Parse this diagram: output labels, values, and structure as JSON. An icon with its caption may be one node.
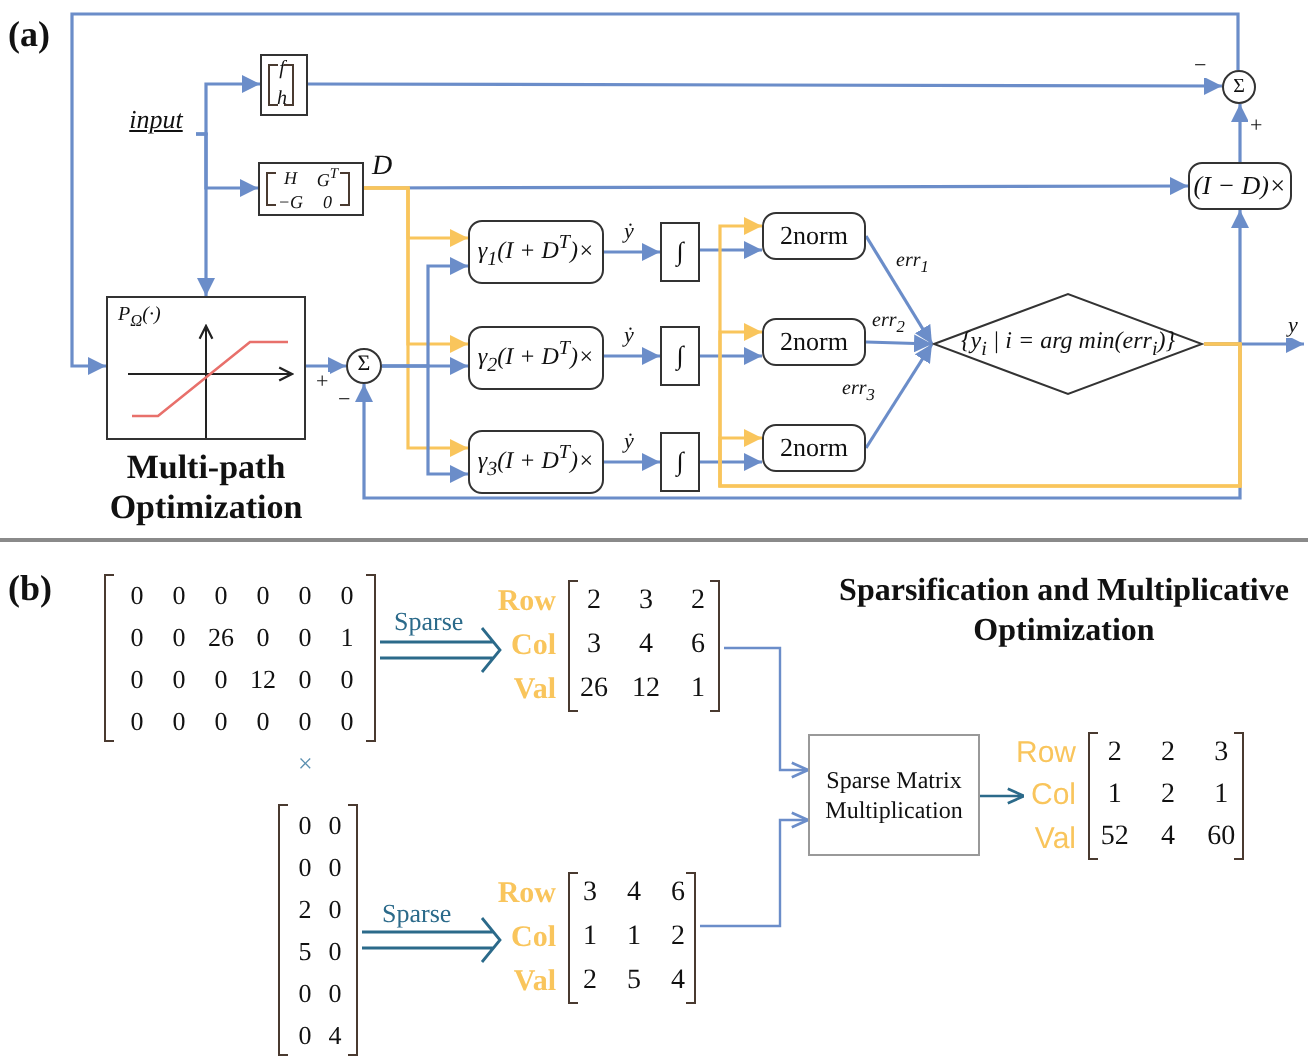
{
  "diagram": {
    "nodes": [
      {
        "text": [
          "input"
        ]
      },
      {
        "text": [
          "f",
          "h"
        ]
      },
      {
        "text": [
          "H",
          "G$^{T}$",
          "−G",
          "0"
        ],
        "beside": [
          "D"
        ]
      },
      {
        "text": [
          "P$_{Ω}$(·)"
        ],
        "beside": [
          "Multi-path Optimization"
        ]
      },
      {
        "text": [
          "Σ"
        ]
      },
      {
        "text": [
          "γ$_{1}$(I + D$^{T}$)×"
        ]
      },
      {
        "text": [
          "γ$_{2}$(I + D$^{T}$)×"
        ]
      },
      {
        "text": [
          "γ$_{3}$(I + D$^{T}$)×"
        ]
      },
      {
        "text": [
          "∫"
        ]
      },
      {
        "text": [
          "∫"
        ]
      },
      {
        "text": [
          "∫"
        ]
      },
      {
        "text": [
          "2norm"
        ]
      },
      {
        "text": [
          "2norm"
        ]
      },
      {
        "text": [
          "2norm"
        ]
      },
      {
        "text": [
          "{y$_{i}$ | i = arg min(err$_{i}$)}"
        ]
      },
      {
        "text": [
          "(I − D)×"
        ]
      },
      {
        "text": [
          "Σ"
        ]
      },
      {
        "text": [
          "0",
          "0",
          "0",
          "0",
          "0",
          "0",
          "0",
          "0",
          "26",
          "0",
          "0",
          "1",
          "0",
          "0",
          "0",
          "12",
          "0",
          "0",
          "0",
          "0",
          "0",
          "0",
          "0",
          "0"
        ]
      },
      {
        "text": [
          "Row",
          "2",
          "3",
          "2",
          "Col",
          "3",
          "4",
          "6",
          "Val",
          "26",
          "12",
          "1"
        ]
      },
      {
        "text": [
          "0",
          "0",
          "0",
          "0",
          "2",
          "0",
          "5",
          "0",
          "0",
          "0",
          "0",
          "4"
        ]
      },
      {
        "text": [
          "Row",
          "3",
          "4",
          "6",
          "Col",
          "1",
          "1",
          "2",
          "Val",
          "2",
          "5",
          "4"
        ]
      },
      {
        "text": [
          "Sparse Matrix Multiplication"
        ]
      },
      {
        "text": [
          "Row",
          "2",
          "2",
          "3",
          "Col",
          "1",
          "2",
          "1",
          "Val",
          "52",
          "4",
          "60"
        ]
      }
    ],
    "edges": [
      {
        "from": 0,
        "to": 1,
        "arrow": "to"
      },
      {
        "from": 0,
        "to": 2,
        "arrow": "to"
      },
      {
        "from": 0,
        "to": 3,
        "arrow": "to"
      },
      {
        "from": 1,
        "to": 16,
        "arrow": "to",
        "label": "−"
      },
      {
        "from": 2,
        "to": 15,
        "arrow": "to"
      },
      {
        "from": 2,
        "to": 5,
        "arrow": "to",
        "color": "#f9c55c"
      },
      {
        "from": 2,
        "to": 6,
        "arrow": "to",
        "color": "#f9c55c"
      },
      {
        "from": 2,
        "to": 7,
        "arrow": "to",
        "color": "#f9c55c"
      },
      {
        "from": 3,
        "to": 4,
        "arrow": "to",
        "label": "+"
      },
      {
        "from": 4,
        "to": 5,
        "arrow": "to"
      },
      {
        "from": 4,
        "to": 6,
        "arrow": "to"
      },
      {
        "from": 4,
        "to": 7,
        "arrow": "to"
      },
      {
        "from": 5,
        "to": 8,
        "arrow": "to",
        "label": "ẏ"
      },
      {
        "from": 6,
        "to": 9,
        "arrow": "to",
        "label": "ẏ"
      },
      {
        "from": 7,
        "to": 10,
        "arrow": "to",
        "label": "ẏ"
      },
      {
        "from": 8,
        "to": 11,
        "arrow": "to"
      },
      {
        "from": 9,
        "to": 12,
        "arrow": "to"
      },
      {
        "from": 10,
        "to": 13,
        "arrow": "to"
      },
      {
        "from": 11,
        "to": 14,
        "arrow": "to",
        "label": "err$_{1}$"
      },
      {
        "from": 12,
        "to": 14,
        "arrow": "to",
        "label": "err$_{2}$"
      },
      {
        "from": 13,
        "to": 14,
        "arrow": "to",
        "label": "err$_{3}$"
      },
      {
        "from": 14,
        "to": null,
        "arrow": "to",
        "label": "y"
      },
      {
        "from": 14,
        "to": 15,
        "arrow": "to"
      },
      {
        "from": 14,
        "to": 4,
        "arrow": "to",
        "label": "−"
      },
      {
        "from": 14,
        "to": 11,
        "arrow": "to",
        "color": "#f9c55c"
      },
      {
        "from": 14,
        "to": 12,
        "arrow": "to",
        "color": "#f9c55c"
      },
      {
        "from": 14,
        "to": 13,
        "arrow": "to",
        "color": "#f9c55c"
      },
      {
        "from": 15,
        "to": 16,
        "arrow": "to",
        "label": "+"
      },
      {
        "from": 16,
        "to": 3,
        "arrow": "to"
      },
      {
        "from": 17,
        "to": 18,
        "arrow": "to",
        "label": "Sparse",
        "color": "#2b6a8a"
      },
      {
        "from": 19,
        "to": 20,
        "arrow": "to",
        "label": "Sparse",
        "color": "#2b6a8a"
      },
      {
        "from": 18,
        "to": 21,
        "arrow": "to"
      },
      {
        "from": 20,
        "to": 21,
        "arrow": "to"
      },
      {
        "from": 21,
        "to": 22,
        "arrow": "to",
        "color": "#2b6a8a"
      }
    ],
    "labels": [
      "(a)",
      "(b)",
      "×",
      "Sparsification and Multiplicative Optimization"
    ]
  }
}
